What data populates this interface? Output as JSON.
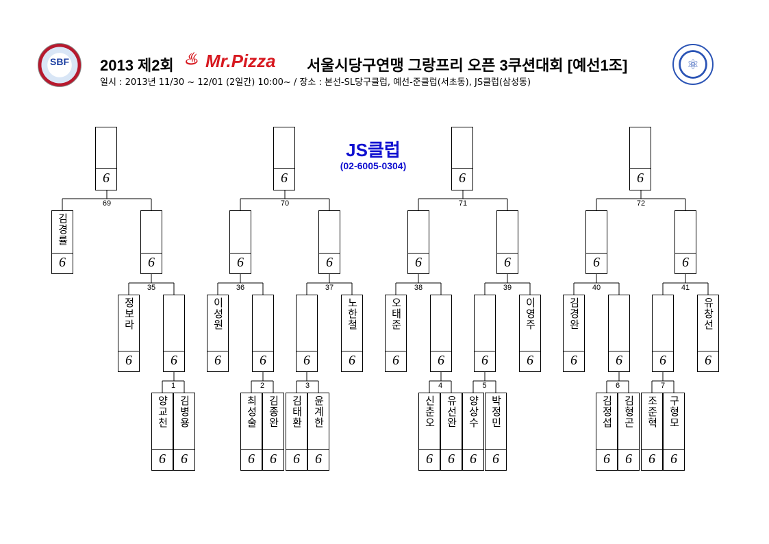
{
  "header": {
    "title_prefix": "2013 제2회",
    "brand": "Mr.Pizza",
    "title_suffix": "서울시당구연맹 그랑프리 오픈 3쿠션대회 [예선1조]",
    "subtitle": "일시 : 2013년 11/30 ~ 12/01 (2일간) 10:00~ / 장소 : 본선-SL당구클럽, 예선-준클럽(서초동), JS클럽(삼성동)",
    "logo_left_text": "SBF"
  },
  "venue": {
    "name": "JS클럽",
    "phone": "(02-6005-0304)"
  },
  "bracket": {
    "score_mark": "6",
    "finalists": [
      "",
      "",
      "",
      ""
    ],
    "final_matches": [
      "69",
      "70",
      "71",
      "72"
    ],
    "round2": [
      {
        "name": "김경률"
      },
      {
        "name": ""
      },
      {
        "name": ""
      },
      {
        "name": ""
      },
      {
        "name": ""
      },
      {
        "name": ""
      },
      {
        "name": ""
      },
      {
        "name": ""
      }
    ],
    "round2_matches": [
      "35",
      "36",
      "37",
      "38",
      "39",
      "40",
      "41"
    ],
    "round1": [
      {
        "name": "정보라"
      },
      {
        "name": ""
      },
      {
        "name": "이성원"
      },
      {
        "name": ""
      },
      {
        "name": ""
      },
      {
        "name": "노한철"
      },
      {
        "name": "오태준"
      },
      {
        "name": ""
      },
      {
        "name": ""
      },
      {
        "name": "이영주"
      },
      {
        "name": "김경완"
      },
      {
        "name": ""
      },
      {
        "name": ""
      },
      {
        "name": "유창선"
      }
    ],
    "round0_matches": [
      "1",
      "2",
      "3",
      "4",
      "5",
      "6",
      "7"
    ],
    "round0": [
      {
        "name": "양교천"
      },
      {
        "name": "김병용"
      },
      {
        "name": "최성술"
      },
      {
        "name": "김종완"
      },
      {
        "name": "김태환"
      },
      {
        "name": "윤계한"
      },
      {
        "name": "신춘오"
      },
      {
        "name": "유선완"
      },
      {
        "name": "양상수"
      },
      {
        "name": "박정민"
      },
      {
        "name": "김정섭"
      },
      {
        "name": "김형곤"
      },
      {
        "name": "조준혁"
      },
      {
        "name": "구형모"
      }
    ]
  }
}
